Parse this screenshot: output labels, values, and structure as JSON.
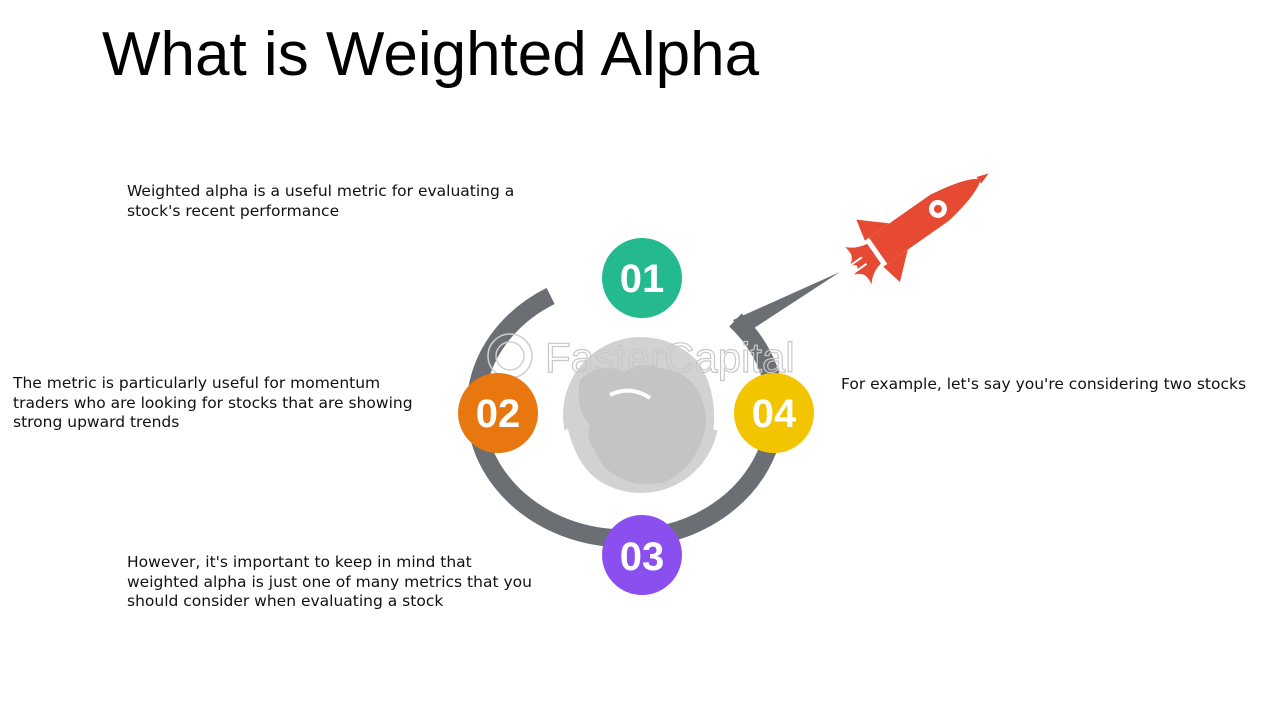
{
  "title": "What is Weighted Alpha",
  "watermark": "FasterCapital",
  "steps": [
    {
      "number": "01",
      "color": "#24b98e",
      "text": "Weighted alpha is a useful metric for evaluating a stock's recent performance"
    },
    {
      "number": "02",
      "color": "#e8770f",
      "text": "The metric is particularly useful for momentum traders who are looking for stocks that are showing strong upward trends"
    },
    {
      "number": "03",
      "color": "#8b4ff0",
      "text": "However, it's important to keep in mind that weighted alpha is just one of many metrics that you should consider when evaluating a stock"
    },
    {
      "number": "04",
      "color": "#f2c500",
      "text": "For example, let's say you're considering two stocks"
    }
  ],
  "colors": {
    "ring": "#6b6e73",
    "globe": "#cccccc",
    "rocket": "#e64a32"
  },
  "icons": [
    "globe-icon",
    "rocket-icon"
  ]
}
